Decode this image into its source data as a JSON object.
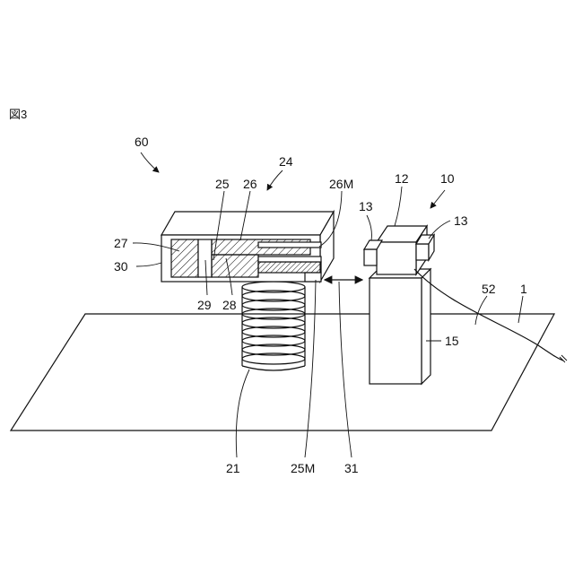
{
  "figure": {
    "title": "図3",
    "labels": {
      "l60": "60",
      "l24": "24",
      "l25": "25",
      "l26": "26",
      "l26M": "26M",
      "l12": "12",
      "l10": "10",
      "l13a": "13",
      "l13b": "13",
      "l27": "27",
      "l30": "30",
      "l29": "29",
      "l28": "28",
      "l52": "52",
      "l1": "1",
      "l15": "15",
      "l21": "21",
      "l25M": "25M",
      "l31": "31"
    }
  }
}
